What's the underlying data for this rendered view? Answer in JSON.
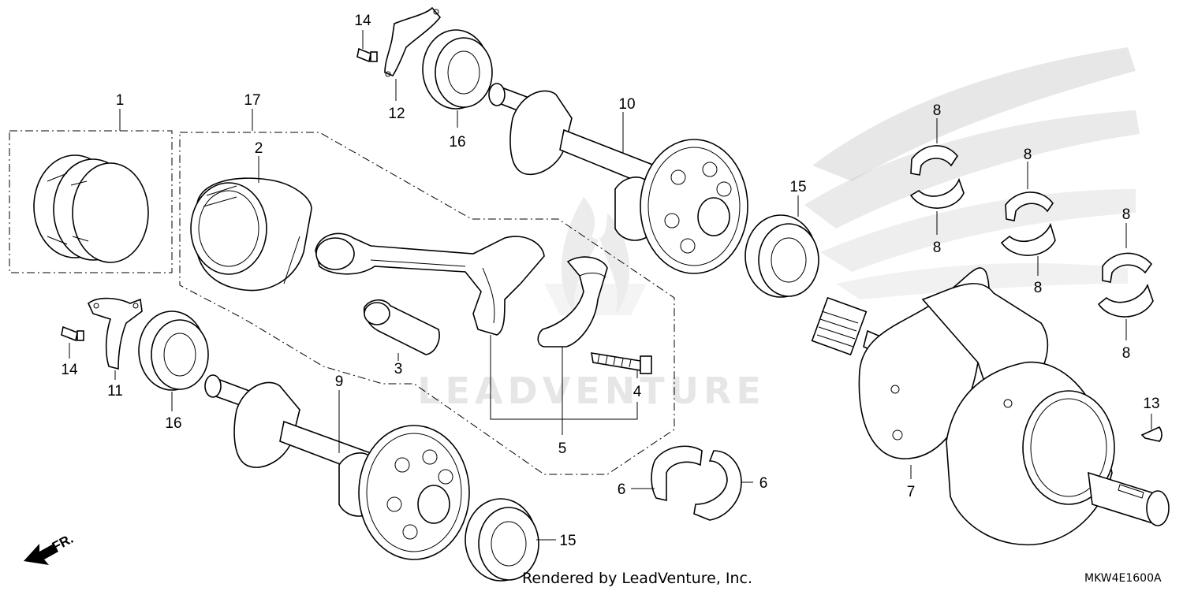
{
  "watermark": {
    "text": "LEADVENTURE"
  },
  "footer": {
    "rendered_by": "Rendered by LeadVenture, Inc.",
    "diagram_code": "MKW4E1600A"
  },
  "direction_marker": {
    "label": "FR."
  },
  "callouts": [
    {
      "id": "c1",
      "label": "1"
    },
    {
      "id": "c2",
      "label": "2"
    },
    {
      "id": "c3",
      "label": "3"
    },
    {
      "id": "c4",
      "label": "4"
    },
    {
      "id": "c5",
      "label": "5"
    },
    {
      "id": "c6a",
      "label": "6"
    },
    {
      "id": "c6b",
      "label": "6"
    },
    {
      "id": "c7",
      "label": "7"
    },
    {
      "id": "c8a",
      "label": "8"
    },
    {
      "id": "c8b",
      "label": "8"
    },
    {
      "id": "c8c",
      "label": "8"
    },
    {
      "id": "c8d",
      "label": "8"
    },
    {
      "id": "c8e",
      "label": "8"
    },
    {
      "id": "c8f",
      "label": "8"
    },
    {
      "id": "c9",
      "label": "9"
    },
    {
      "id": "c10",
      "label": "10"
    },
    {
      "id": "c11",
      "label": "11"
    },
    {
      "id": "c12",
      "label": "12"
    },
    {
      "id": "c13",
      "label": "13"
    },
    {
      "id": "c14a",
      "label": "14"
    },
    {
      "id": "c14b",
      "label": "14"
    },
    {
      "id": "c15a",
      "label": "15"
    },
    {
      "id": "c15b",
      "label": "15"
    },
    {
      "id": "c16a",
      "label": "16"
    },
    {
      "id": "c16b",
      "label": "16"
    },
    {
      "id": "c17",
      "label": "17"
    }
  ]
}
